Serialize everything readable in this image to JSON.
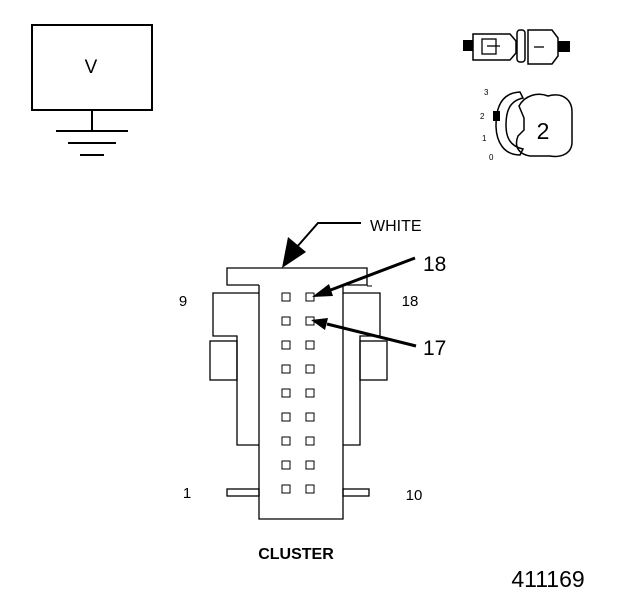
{
  "meter": {
    "label": "V"
  },
  "ignition": {
    "positions": [
      "3",
      "2",
      "1",
      "0"
    ],
    "selected": "2"
  },
  "wire": {
    "color_label": "WHITE"
  },
  "callouts": {
    "upper": "18",
    "lower": "17"
  },
  "pin_numbers": {
    "top_left": "9",
    "top_right": "18",
    "bottom_left": "1",
    "bottom_right": "10"
  },
  "connector": {
    "name": "CLUSTER"
  },
  "figure_id": "411169",
  "colors": {
    "line": "#000000",
    "background": "#ffffff"
  }
}
